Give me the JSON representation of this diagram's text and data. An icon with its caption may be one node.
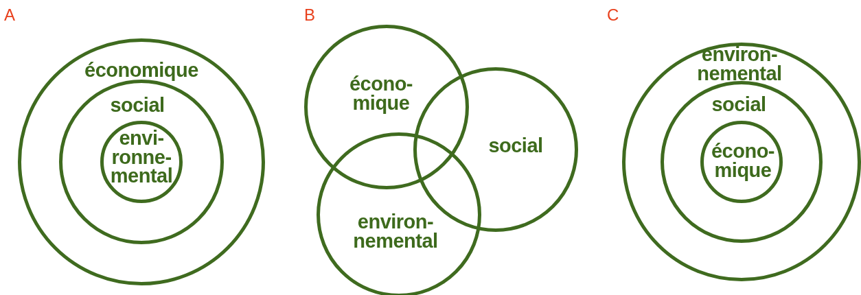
{
  "diagram": {
    "nodes": [
      {
        "text": [
          "économique"
        ]
      },
      {
        "text": [
          "social"
        ],
        "in": 0
      },
      {
        "text": [
          "envi- ronne- mental"
        ],
        "in": 1
      },
      {
        "text": [
          "écono- mique"
        ]
      },
      {
        "text": [
          "social"
        ]
      },
      {
        "text": [
          "environ- nemental"
        ]
      },
      {
        "text": [
          "environ- nemental"
        ]
      },
      {
        "text": [
          "social"
        ],
        "in": 6
      },
      {
        "text": [
          "écono- mique"
        ],
        "in": 7
      }
    ],
    "labels": [
      "A",
      "B",
      "C"
    ]
  }
}
